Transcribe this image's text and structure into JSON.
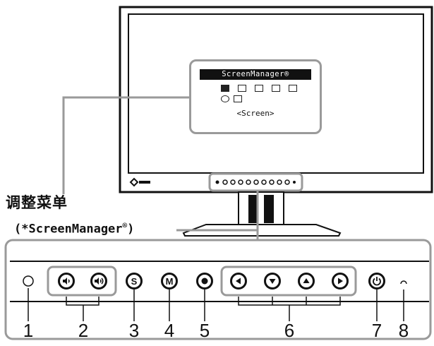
{
  "screen_menu": {
    "title": "ScreenManager®",
    "caption": "<Screen>",
    "icons": [
      "screen-icon",
      "color-icon",
      "powermanager-icon",
      "others-icon",
      "information-icon",
      "language-icon",
      "save-icon"
    ]
  },
  "labels": {
    "menu_cn": "调整菜单",
    "menu_sub": "(*ScreenManager",
    "menu_sub_reg": "®",
    "menu_sub_close": ")"
  },
  "buttons": [
    {
      "number": "1",
      "icon": "sensor-icon"
    },
    {
      "number": "2",
      "icon": "volume-icon"
    },
    {
      "number": "3",
      "icon": "s-button-icon",
      "letter": "S"
    },
    {
      "number": "4",
      "icon": "mode-button-icon",
      "letter": "M"
    },
    {
      "number": "5",
      "icon": "enter-button-icon"
    },
    {
      "number": "6",
      "icon": "arrow-buttons-icon"
    },
    {
      "number": "7",
      "icon": "power-button-icon"
    },
    {
      "number": "8",
      "icon": "power-indicator-icon"
    }
  ],
  "colors": {
    "line": "#111111",
    "highlight": "#9a9a9a"
  }
}
